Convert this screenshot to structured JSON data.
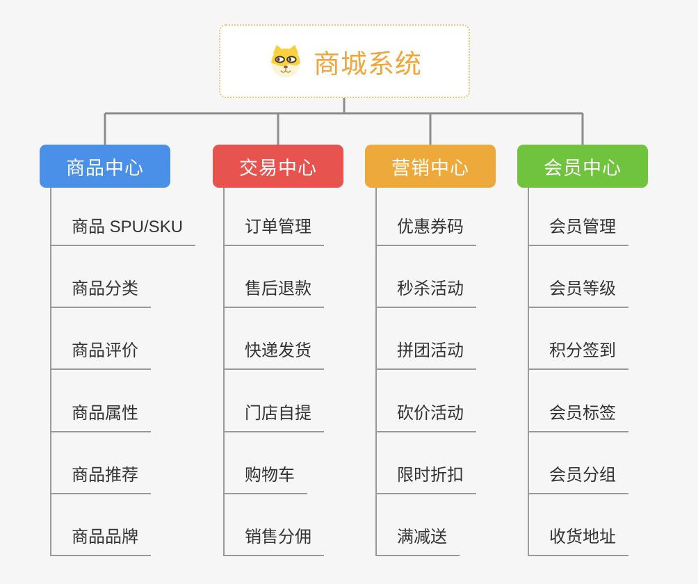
{
  "root": {
    "title": "商城系统",
    "icon": "dog-face-icon"
  },
  "branches": [
    {
      "id": "product-center",
      "label": "商品中心",
      "color": "#4A8FE8",
      "items": [
        "商品 SPU/SKU",
        "商品分类",
        "商品评价",
        "商品属性",
        "商品推荐",
        "商品品牌"
      ]
    },
    {
      "id": "trade-center",
      "label": "交易中心",
      "color": "#E7544F",
      "items": [
        "订单管理",
        "售后退款",
        "快递发货",
        "门店自提",
        "购物车",
        "销售分佣"
      ]
    },
    {
      "id": "marketing-center",
      "label": "营销中心",
      "color": "#EEA93B",
      "items": [
        "优惠券码",
        "秒杀活动",
        "拼团活动",
        "砍价活动",
        "限时折扣",
        "满减送"
      ]
    },
    {
      "id": "member-center",
      "label": "会员中心",
      "color": "#70C33C",
      "items": [
        "会员管理",
        "会员等级",
        "积分签到",
        "会员标签",
        "会员分组",
        "收货地址"
      ]
    }
  ],
  "colors": {
    "background": "#F6F6F7",
    "connector": "#8C8C8C",
    "branch_line": "#999999",
    "item_text": "#333333",
    "root_text": "#F0A63A",
    "root_border": "#F3C274"
  }
}
